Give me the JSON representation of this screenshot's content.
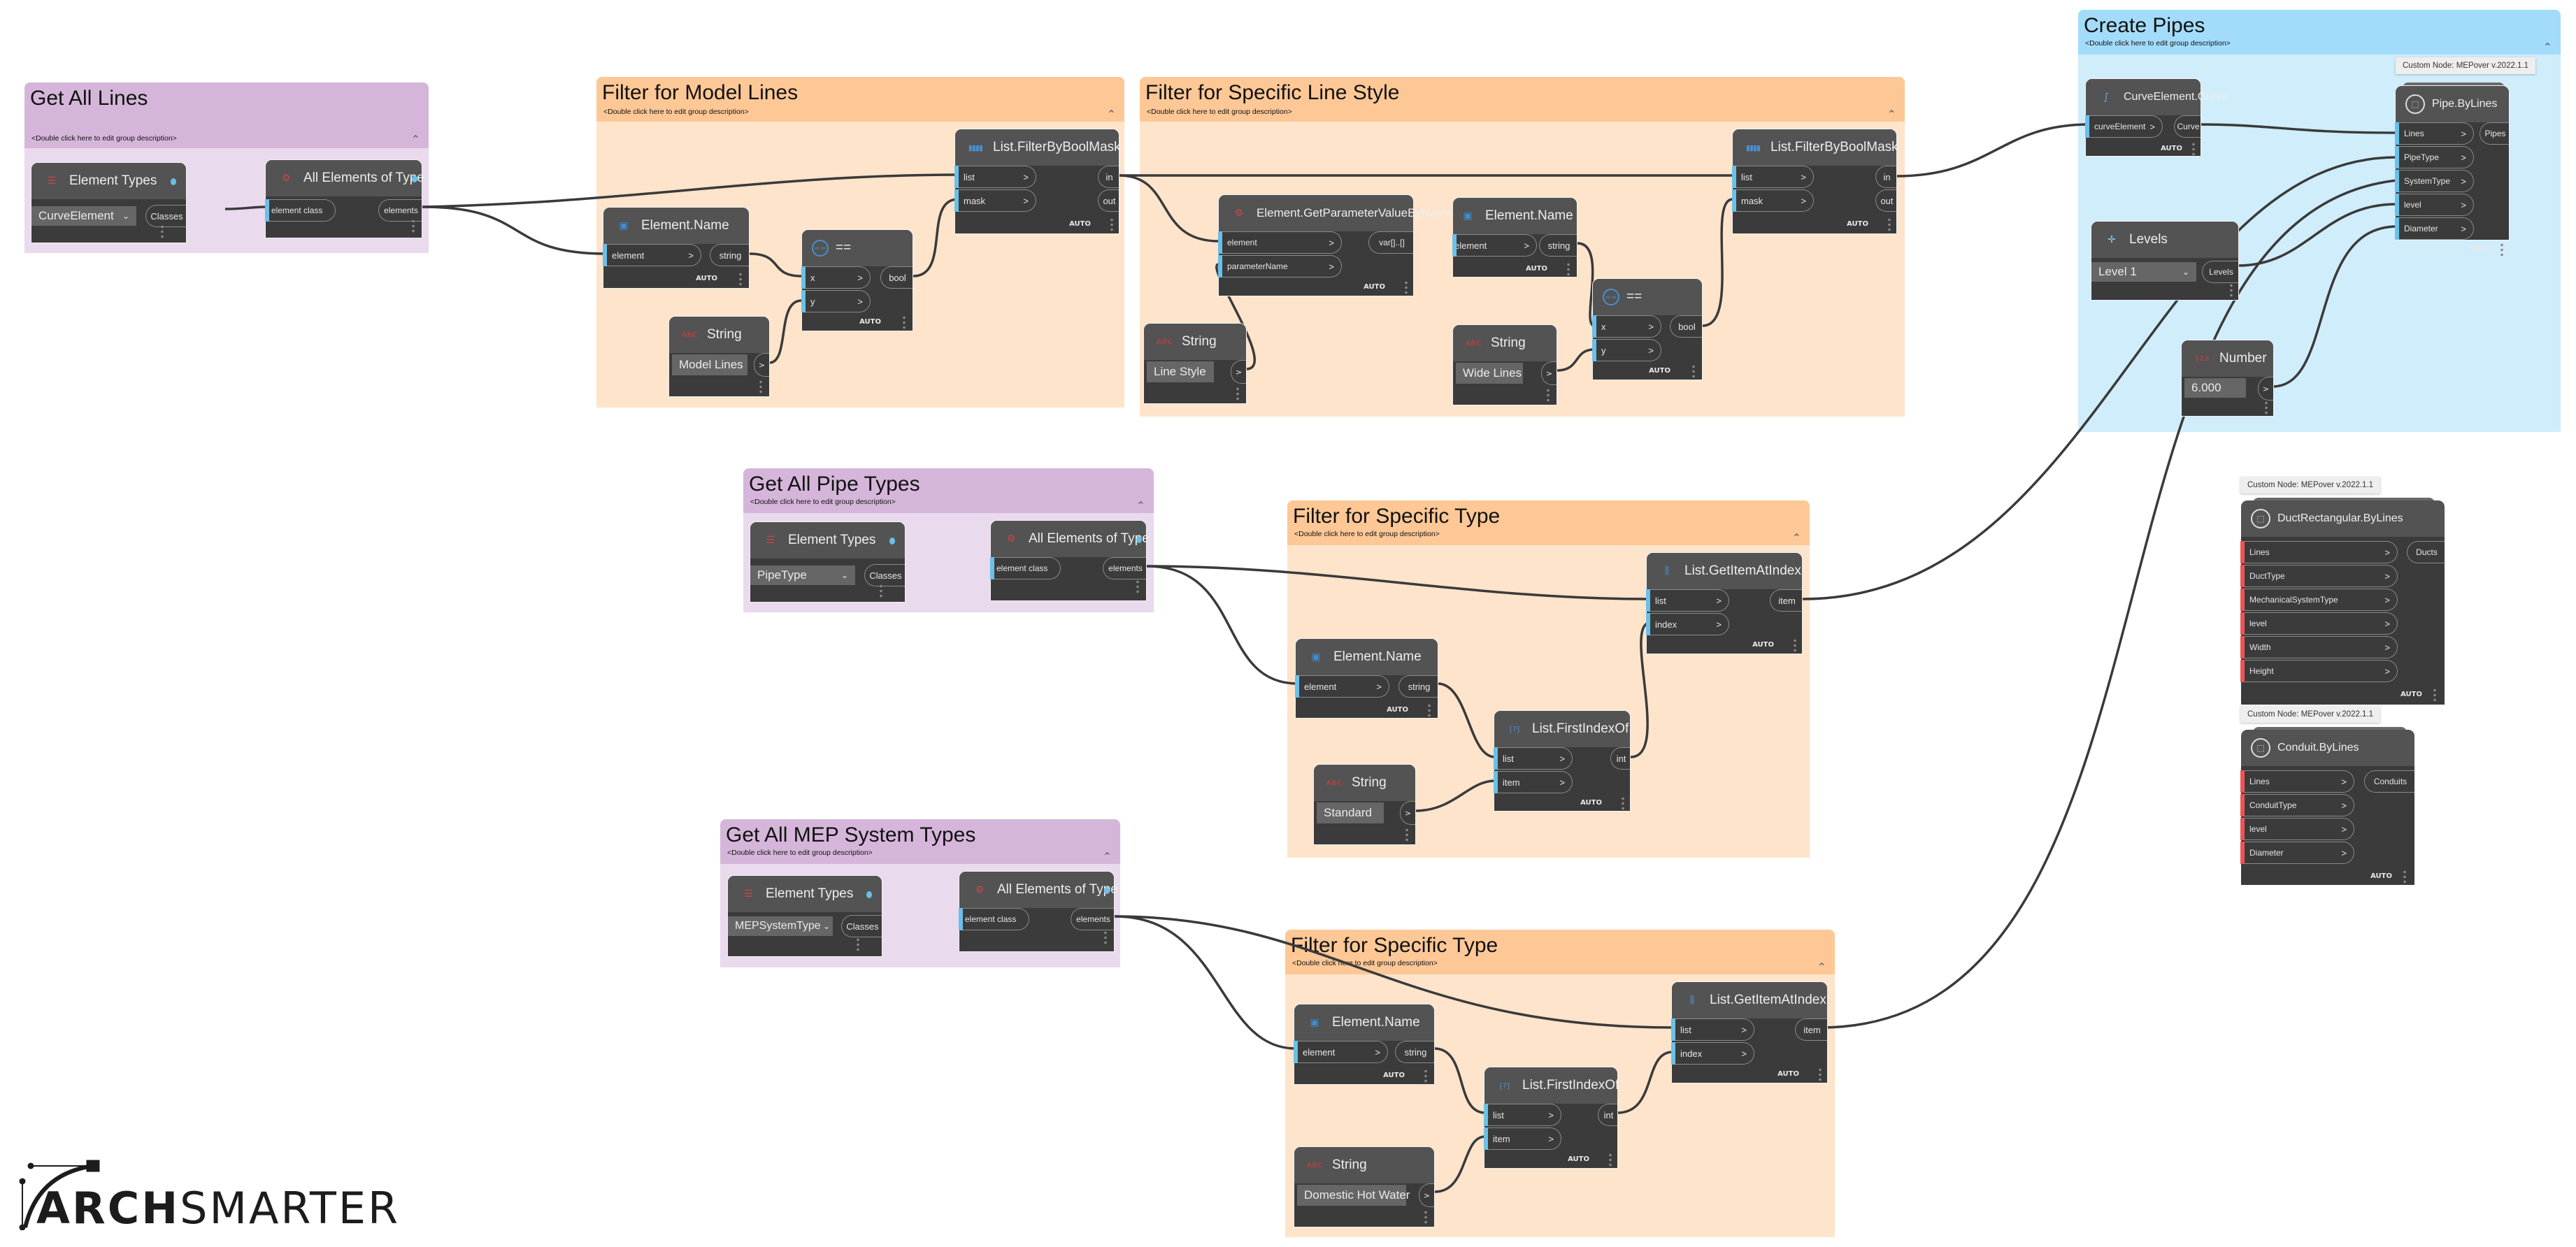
{
  "group_description": "<Double click here to edit group description>",
  "auto_label": "AUTO",
  "arrow": ">",
  "groups": {
    "get_all_lines": {
      "title": "Get All Lines",
      "color": "#d5b6da"
    },
    "filter_model_lines": {
      "title": "Filter for Model Lines",
      "color": "#fec896"
    },
    "filter_line_style": {
      "title": "Filter for Specific Line Style",
      "color": "#fec896"
    },
    "create_pipes": {
      "title": "Create Pipes",
      "color": "#a3dcfa"
    },
    "get_all_pipe_types": {
      "title": "Get All Pipe Types",
      "color": "#d5b6da"
    },
    "filter_specific_type_1": {
      "title": "Filter for Specific Type",
      "color": "#fec896"
    },
    "get_all_mep_system_types": {
      "title": "Get All MEP System Types",
      "color": "#d5b6da"
    },
    "filter_specific_type_2": {
      "title": "Filter for Specific Type",
      "color": "#fec896"
    }
  },
  "nodes": {
    "element_types_1": {
      "title": "Element Types",
      "value": "CurveElement",
      "output": "Classes"
    },
    "all_elements_1": {
      "title": "All Elements of Type",
      "input": "element class",
      "output": "elements"
    },
    "element_name_1": {
      "title": "Element.Name",
      "input": "element",
      "output": "string"
    },
    "equals_1": {
      "title": "==",
      "inputs": [
        "x",
        "y"
      ],
      "output": "bool"
    },
    "string_1": {
      "title": "String",
      "value": "Model Lines",
      "output": ">"
    },
    "filter_mask_1": {
      "title": "List.FilterByBoolMask",
      "inputs": [
        "list",
        "mask"
      ],
      "outputs": [
        "in",
        "out"
      ]
    },
    "get_param": {
      "title": "Element.GetParameterValueByName",
      "inputs": [
        "element",
        "parameterName"
      ],
      "output": "var[]..[]"
    },
    "element_name_2": {
      "title": "Element.Name",
      "input": "element",
      "output": "string"
    },
    "equals_2": {
      "title": "==",
      "inputs": [
        "x",
        "y"
      ],
      "output": "bool"
    },
    "string_2": {
      "title": "String",
      "value": "Line Style",
      "output": ">"
    },
    "string_3": {
      "title": "String",
      "value": "Wide Lines",
      "output": ">"
    },
    "filter_mask_2": {
      "title": "List.FilterByBoolMask",
      "inputs": [
        "list",
        "mask"
      ],
      "outputs": [
        "in",
        "out"
      ]
    },
    "curve_element_curve": {
      "title": "CurveElement.Curve",
      "input": "curveElement",
      "output": "Curve"
    },
    "levels": {
      "title": "Levels",
      "value": "Level 1",
      "output": "Levels"
    },
    "number": {
      "title": "Number",
      "value": "6.000",
      "output": ">"
    },
    "pipe_bylines": {
      "title": "Pipe.ByLines",
      "tooltip": "Custom Node: MEPover v.2022.1.1",
      "inputs": [
        "Lines",
        "PipeType",
        "SystemType",
        "level",
        "Diameter"
      ],
      "output": "Pipes"
    },
    "duct_bylines": {
      "title": "DuctRectangular.ByLines",
      "tooltip": "Custom Node: MEPover v.2022.1.1",
      "inputs": [
        "Lines",
        "DuctType",
        "MechanicalSystemType",
        "level",
        "Width",
        "Height"
      ],
      "output": "Ducts"
    },
    "conduit_bylines": {
      "title": "Conduit.ByLines",
      "tooltip": "Custom Node: MEPover v.2022.1.1",
      "inputs": [
        "Lines",
        "ConduitType",
        "level",
        "Diameter"
      ],
      "output": "Conduits"
    },
    "element_types_2": {
      "title": "Element Types",
      "value": "PipeType",
      "output": "Classes"
    },
    "all_elements_2": {
      "title": "All Elements of Type",
      "input": "element class",
      "output": "elements"
    },
    "element_name_3": {
      "title": "Element.Name",
      "input": "element",
      "output": "string"
    },
    "first_index_1": {
      "title": "List.FirstIndexOf",
      "inputs": [
        "list",
        "item"
      ],
      "output": "int"
    },
    "string_4": {
      "title": "String",
      "value": "Standard",
      "output": ">"
    },
    "get_item_1": {
      "title": "List.GetItemAtIndex",
      "inputs": [
        "list",
        "index"
      ],
      "output": "item"
    },
    "element_types_3": {
      "title": "Element Types",
      "value": "MEPSystemType",
      "output": "Classes"
    },
    "all_elements_3": {
      "title": "All Elements of Type",
      "input": "element class",
      "output": "elements"
    },
    "element_name_4": {
      "title": "Element.Name",
      "input": "element",
      "output": "string"
    },
    "first_index_2": {
      "title": "List.FirstIndexOf",
      "inputs": [
        "list",
        "item"
      ],
      "output": "int"
    },
    "string_5": {
      "title": "String",
      "value": "Domestic Hot Water",
      "output": ">"
    },
    "get_item_2": {
      "title": "List.GetItemAtIndex",
      "inputs": [
        "list",
        "index"
      ],
      "output": "item"
    }
  },
  "logo": {
    "bold": "ARCH",
    "light": "SMARTER"
  },
  "colors": {
    "input_port_accent": "#6ac0e8",
    "custom_node_port_accent": "#eb5555",
    "node_body": "#3b3b3b",
    "node_header": "#535353",
    "wire": "#3a3a3a"
  }
}
